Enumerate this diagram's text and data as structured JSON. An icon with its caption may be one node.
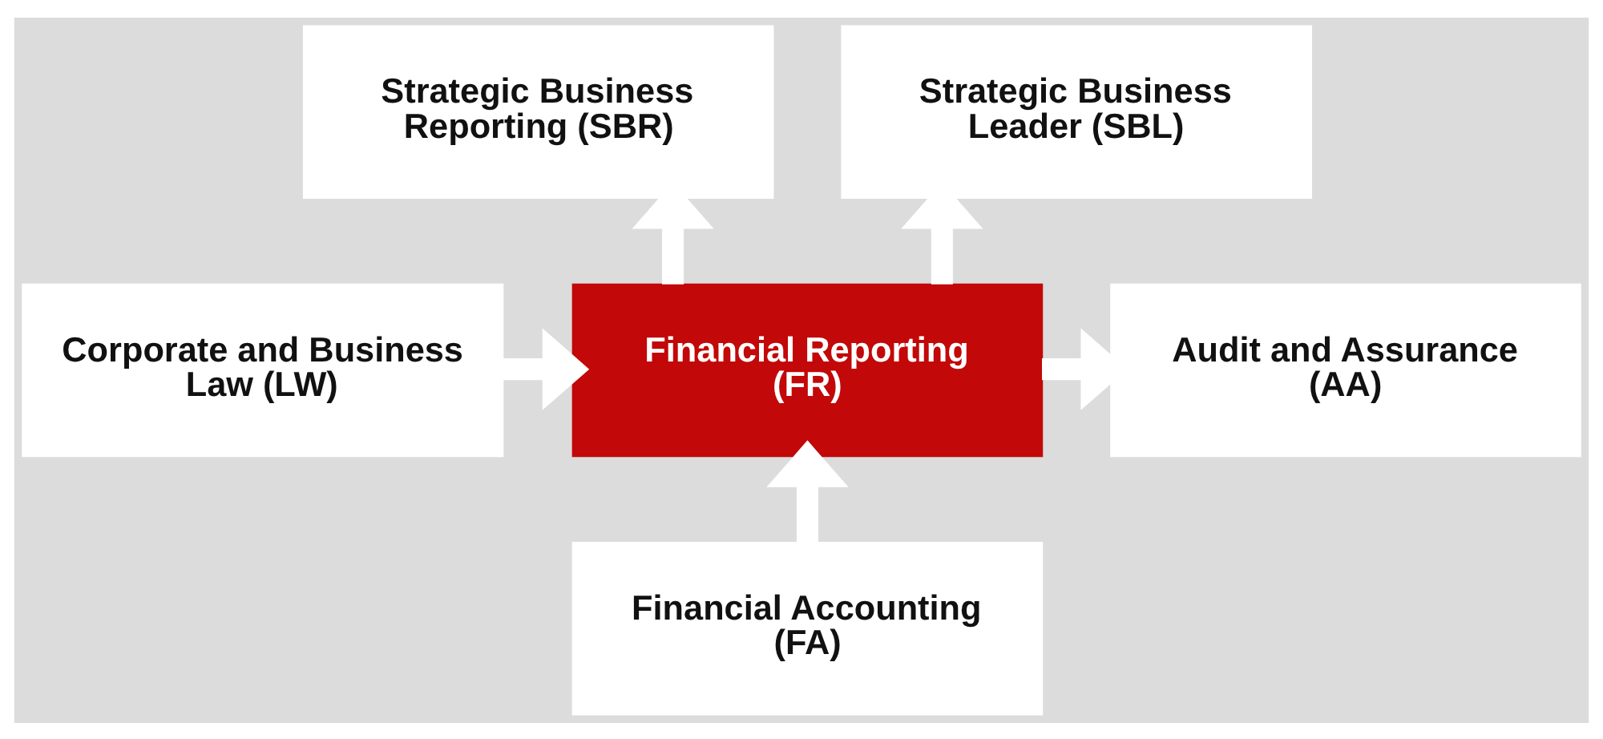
{
  "diagram": {
    "nodes": [
      {
        "text": [
          "Strategic Business Reporting (SBR)"
        ]
      },
      {
        "text": [
          "Strategic Business Leader (SBL)"
        ]
      },
      {
        "text": [
          "Corporate and Business Law (LW)"
        ]
      },
      {
        "text": [
          "Financial Reporting (FR)"
        ]
      },
      {
        "text": [
          "Audit and Assurance (AA)"
        ]
      },
      {
        "text": [
          "Financial Accounting (FA)"
        ]
      }
    ],
    "edges": [
      {
        "from": 3,
        "to": 0,
        "arrow": "to"
      },
      {
        "from": 3,
        "to": 1,
        "arrow": "to"
      },
      {
        "from": 2,
        "to": 3,
        "arrow": "to"
      },
      {
        "from": 3,
        "to": 4,
        "arrow": "to"
      },
      {
        "from": 5,
        "to": 3,
        "arrow": "to"
      }
    ]
  }
}
